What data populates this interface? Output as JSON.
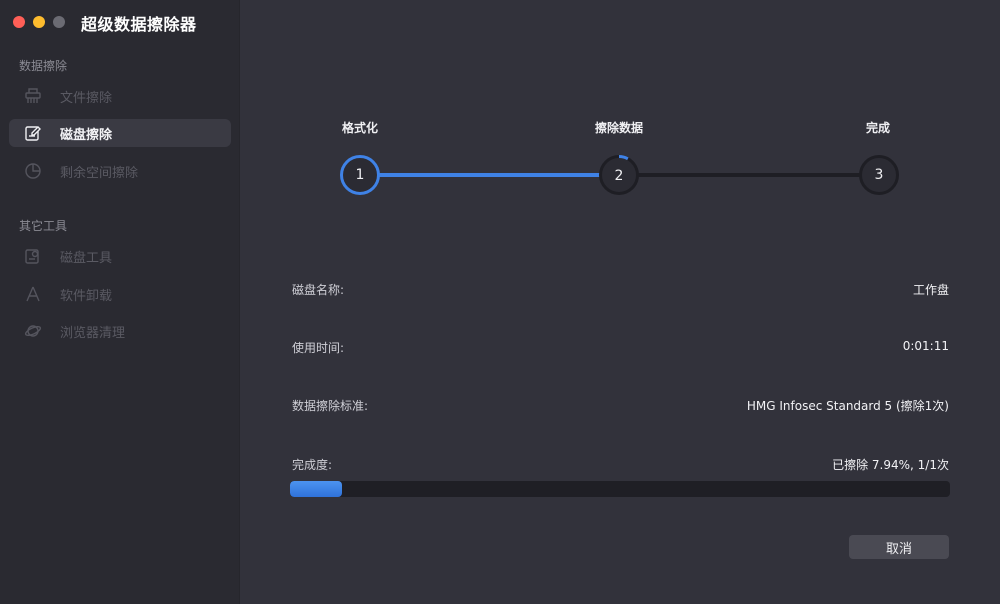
{
  "app": {
    "title": "超级数据擦除器"
  },
  "sidebar": {
    "sections": [
      {
        "label": "数据擦除",
        "items": [
          {
            "label": "文件擦除",
            "icon": "shredder-icon",
            "active": false
          },
          {
            "label": "磁盘擦除",
            "icon": "disk-edit-icon",
            "active": true
          },
          {
            "label": "剩余空间擦除",
            "icon": "pie-chart-icon",
            "active": false
          }
        ]
      },
      {
        "label": "其它工具",
        "items": [
          {
            "label": "磁盘工具",
            "icon": "disk-tool-icon",
            "active": false
          },
          {
            "label": "软件卸载",
            "icon": "app-uninstall-icon",
            "active": false
          },
          {
            "label": "浏览器清理",
            "icon": "planet-icon",
            "active": false
          }
        ]
      }
    ]
  },
  "steps": [
    {
      "label": "格式化",
      "number": "1",
      "status": "done"
    },
    {
      "label": "擦除数据",
      "number": "2",
      "status": "current"
    },
    {
      "label": "完成",
      "number": "3",
      "status": "pending"
    }
  ],
  "info": [
    {
      "label": "磁盘名称:",
      "value": "工作盘"
    },
    {
      "label": "使用时间:",
      "value": "0:01:11"
    },
    {
      "label": "数据擦除标准:",
      "value": "HMG Infosec Standard 5 (擦除1次)"
    },
    {
      "label": "完成度:",
      "value": "已擦除 7.94%, 1/1次"
    }
  ],
  "progress": {
    "fraction": 0.0794
  },
  "buttons": {
    "cancel": "取消"
  },
  "colors": {
    "accent": "#3f82e6",
    "sidebar_bg": "#2a2a31",
    "main_bg": "#32323b",
    "track_bg": "#1e1e24"
  }
}
